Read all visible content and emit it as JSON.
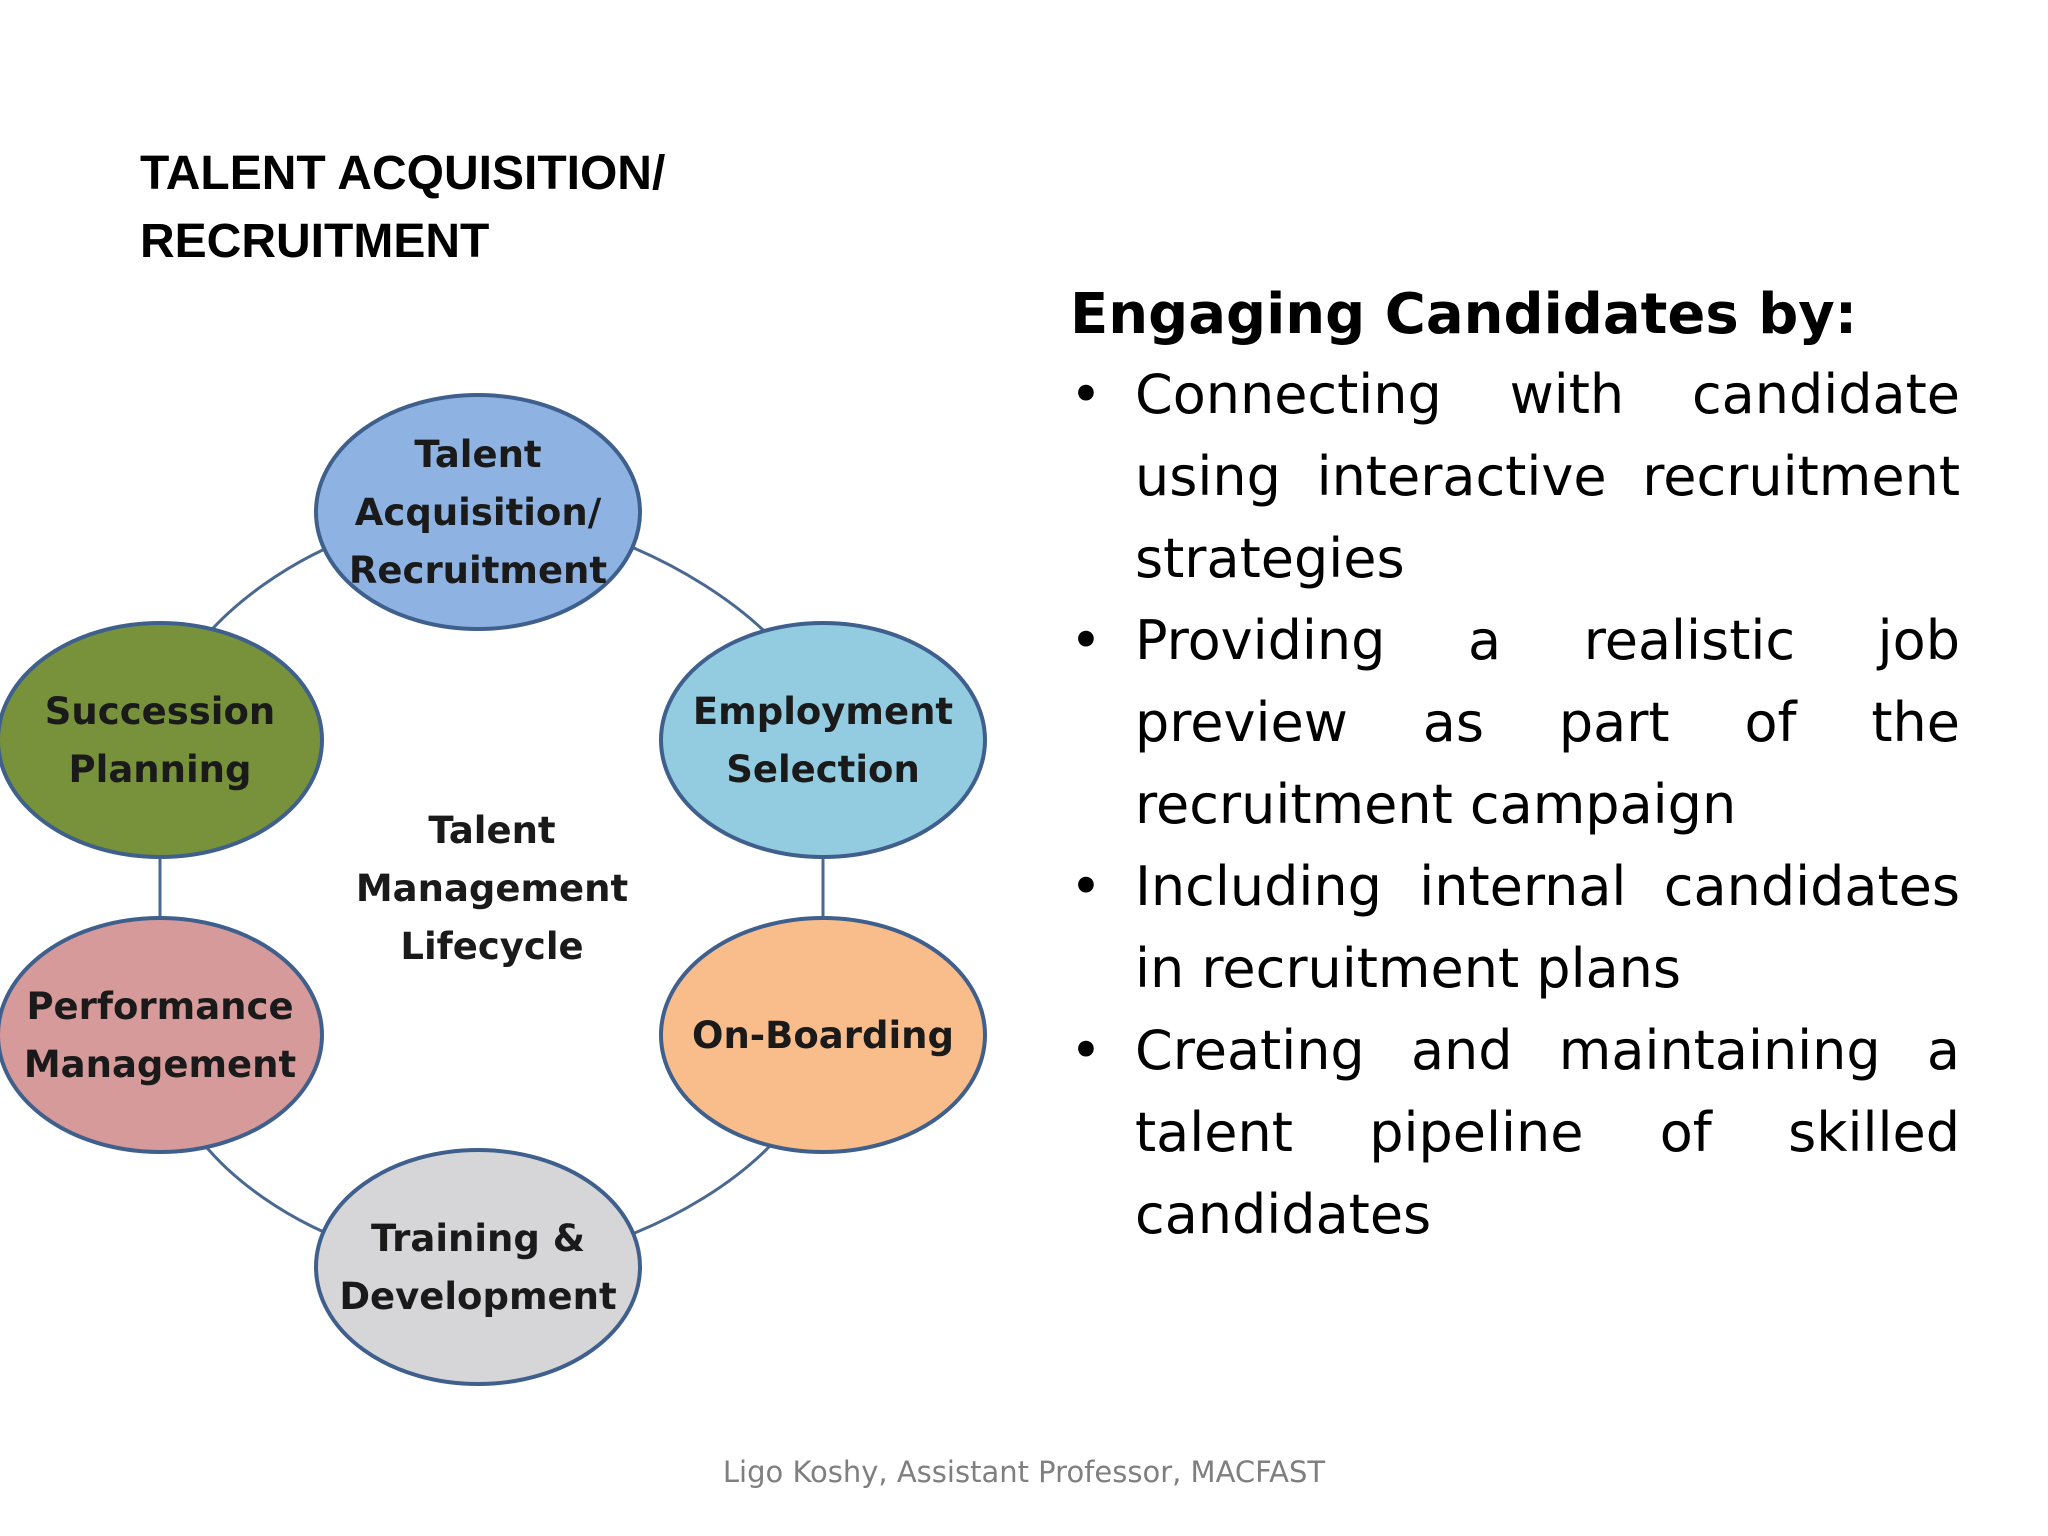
{
  "title": {
    "line1": "TALENT ACQUISITION/",
    "line2": "RECRUITMENT"
  },
  "diagram": {
    "center": [
      "Talent",
      "Management",
      "Lifecycle"
    ],
    "nodes": [
      {
        "name": "talent-acquisition",
        "lines": [
          "Talent",
          "Acquisition/",
          "Recruitment"
        ],
        "color": "#8eb3e3"
      },
      {
        "name": "employment-selection",
        "lines": [
          "Employment",
          "Selection"
        ],
        "color": "#93cce0"
      },
      {
        "name": "on-boarding",
        "lines": [
          "On-Boarding"
        ],
        "color": "#f9bd8c"
      },
      {
        "name": "training-development",
        "lines": [
          "Training &",
          "Development"
        ],
        "color": "#d6d6d8"
      },
      {
        "name": "performance-management",
        "lines": [
          "Performance",
          "Management"
        ],
        "color": "#d69a9a"
      },
      {
        "name": "succession-planning",
        "lines": [
          "Succession",
          "Planning"
        ],
        "color": "#77923b"
      }
    ],
    "outline_color": "#3f5f8c",
    "ring_color": "#4a6890"
  },
  "content": {
    "heading": "Engaging Candidates by:",
    "bullet_symbol": "•",
    "bullets": [
      "Connecting with candidate using interactive recruitment strategies",
      "Providing a realistic job preview as part of the recruitment campaign",
      "Including internal candidates in recruitment plans",
      "Creating and maintaining a talent pipeline of skilled candidates"
    ]
  },
  "footer": "Ligo Koshy, Assistant Professor, MACFAST"
}
